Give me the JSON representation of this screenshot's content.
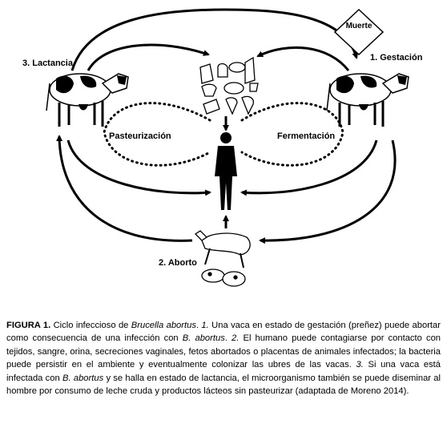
{
  "diagram": {
    "labels": {
      "lactancia": "3. Lactancia",
      "gestacion": "1. Gestación",
      "muerte": "Muerte",
      "pasteurizacion": "Pasteurización",
      "fermentacion": "Fermentación",
      "aborto": "2. Aborto"
    }
  },
  "caption": {
    "figure_label": "FIGURA 1.",
    "text_1": " Ciclo infeccioso de ",
    "species": "Brucella abortus",
    "text_2": ". ",
    "s1_num": "1.",
    "s1_text": " Una vaca en estado de gestación (preñez) puede abortar como consecuencia de una infección con ",
    "s1_species": "B. abortus",
    "s1_end": ". ",
    "s2_num": "2.",
    "s2_text": " El humano puede contagiarse por contacto con tejidos, sangre, orina, secreciones vaginales, fetos abortados o placentas de animales infectados; la bacteria puede persistir en el ambiente y eventualmente colonizar las ubres de las vacas. ",
    "s3_num": "3.",
    "s3_text": " Si una vaca está infectada con ",
    "s3_species": "B. abortus",
    "s3_end": " y se halla en estado de lactancia, el microorganismo también se puede diseminar al hombre por consumo de leche cruda y productos lácteos sin pasteurizar (adaptada de Moreno 2014)."
  }
}
